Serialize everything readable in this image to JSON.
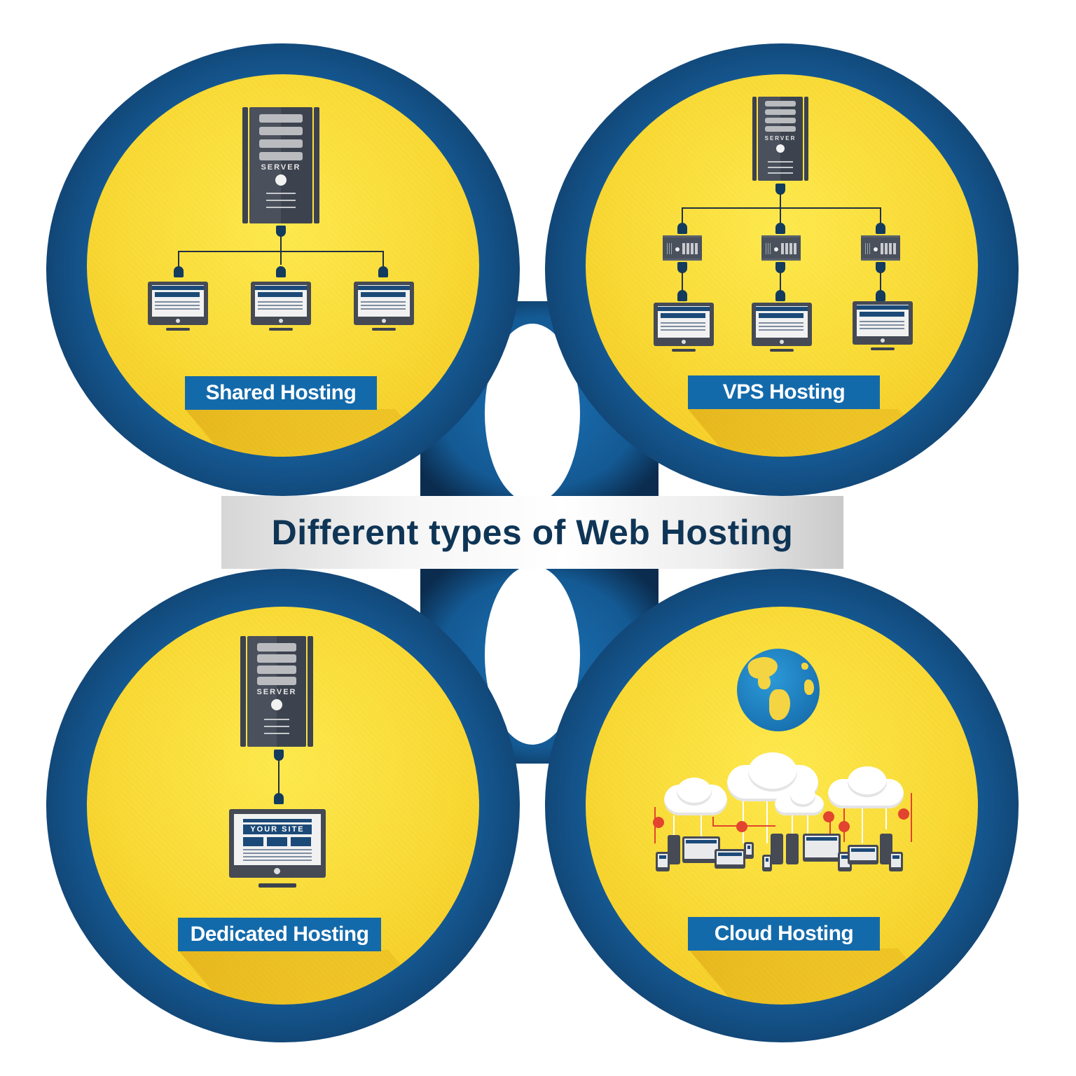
{
  "title": "Different types of Web Hosting",
  "colors": {
    "ring_dark": "#0b2c4e",
    "ring_mid": "#165c98",
    "disc_yellow": "#f8d831",
    "label_blue": "#136aab",
    "title_text": "#0f3556",
    "server_body": "#4a505c",
    "lock_red": "#e2442f",
    "globe_blue": "#1a74b4"
  },
  "panels": [
    {
      "id": "shared",
      "label": "Shared Hosting",
      "server_text": "SERVER",
      "diagram": "one server connected to three monitors"
    },
    {
      "id": "vps",
      "label": "VPS Hosting",
      "server_text": "SERVER",
      "diagram": "one server connected to three virtual servers, each connected to a monitor"
    },
    {
      "id": "dedicated",
      "label": "Dedicated Hosting",
      "server_text": "SERVER",
      "monitor_text": "YOUR SITE",
      "diagram": "one server connected to one monitor"
    },
    {
      "id": "cloud",
      "label": "Cloud Hosting",
      "diagram": "globe above clouds connected to servers, monitors, laptops, tablets and phones with security locks"
    }
  ],
  "icons": [
    "server-icon",
    "monitor-icon",
    "virtual-server-icon",
    "globe-icon",
    "cloud-icon",
    "lock-icon",
    "tablet-icon",
    "phone-icon",
    "laptop-icon"
  ]
}
